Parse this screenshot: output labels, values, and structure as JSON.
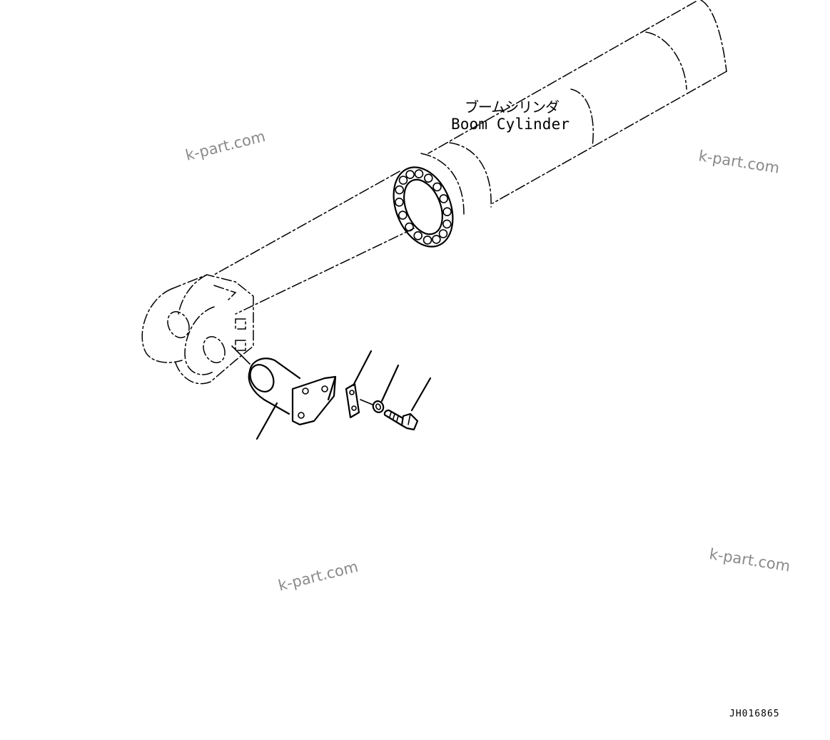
{
  "labels": {
    "boom_cylinder_jp": "ブームシリンダ",
    "boom_cylinder_en": "Boom Cylinder"
  },
  "watermarks": [
    "k-part.com",
    "k-part.com",
    "k-part.com",
    "k-part.com"
  ],
  "drawing_code": "JH016865"
}
